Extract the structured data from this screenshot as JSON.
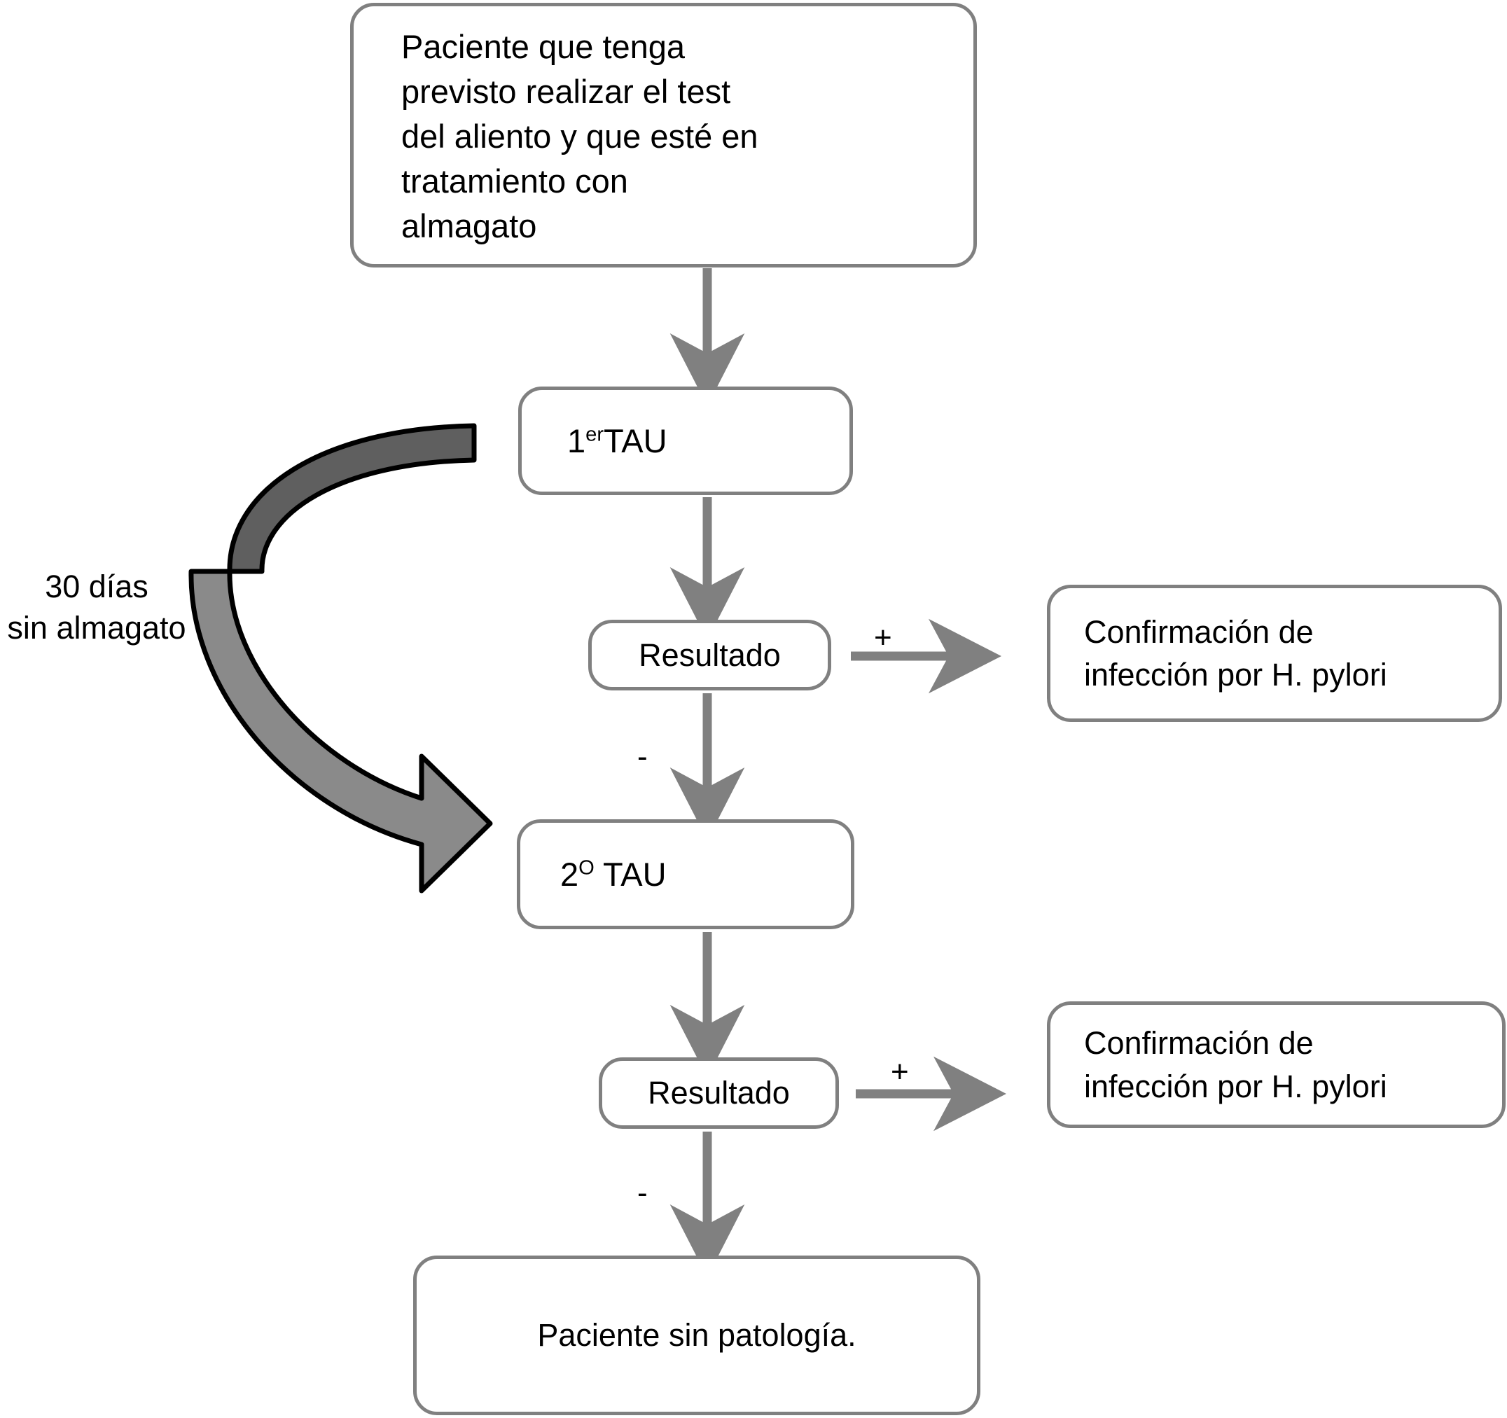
{
  "diagram": {
    "title": "Algoritmo del test del aliento (TAU) en pacientes en tratamiento con almagato",
    "language": "es",
    "colors": {
      "box_border": "#808080",
      "box_fill": "#ffffff",
      "arrow": "#808080",
      "curved_arrow_top": "#666666",
      "curved_arrow_bottom": "#808080",
      "curved_arrow_outline": "#000000",
      "text": "#000000",
      "background": "#ffffff"
    },
    "nodes": {
      "entry": "Paciente que tenga\nprevisto realizar el test\ndel aliento y que esté en\ntratamiento con\nalmagato",
      "tau1_num": "1",
      "tau1_ord": "er",
      "tau1_rest": "TAU",
      "tau2_num": "2",
      "tau2_ord": "O",
      "tau2_rest": " TAU",
      "result1": "Resultado",
      "result2": "Resultado",
      "confirm1": "Confirmación de\ninfección por H. pylori",
      "confirm2": "Confirmación de\ninfección por H. pylori",
      "no_pathology": "Paciente sin patología."
    },
    "labels": {
      "cycle": "30 días\nsin almagato",
      "plus1": "+",
      "minus1": "-",
      "plus2": "+",
      "minus2": "-"
    },
    "edges": [
      {
        "from": "entry",
        "to": "tau1",
        "label": "",
        "kind": "straight-down"
      },
      {
        "from": "tau1",
        "to": "result1",
        "label": "",
        "kind": "straight-down"
      },
      {
        "from": "result1",
        "to": "confirm1",
        "label": "+",
        "kind": "straight-right"
      },
      {
        "from": "result1",
        "to": "tau2",
        "label": "-",
        "kind": "straight-down"
      },
      {
        "from": "tau2",
        "to": "result2",
        "label": "",
        "kind": "straight-down"
      },
      {
        "from": "result2",
        "to": "confirm2",
        "label": "+",
        "kind": "straight-right"
      },
      {
        "from": "result2",
        "to": "no_pathology",
        "label": "-",
        "kind": "straight-down"
      },
      {
        "from": "tau1",
        "to": "tau2",
        "label": "30 días sin almagato",
        "kind": "curved-loop-left"
      }
    ]
  }
}
